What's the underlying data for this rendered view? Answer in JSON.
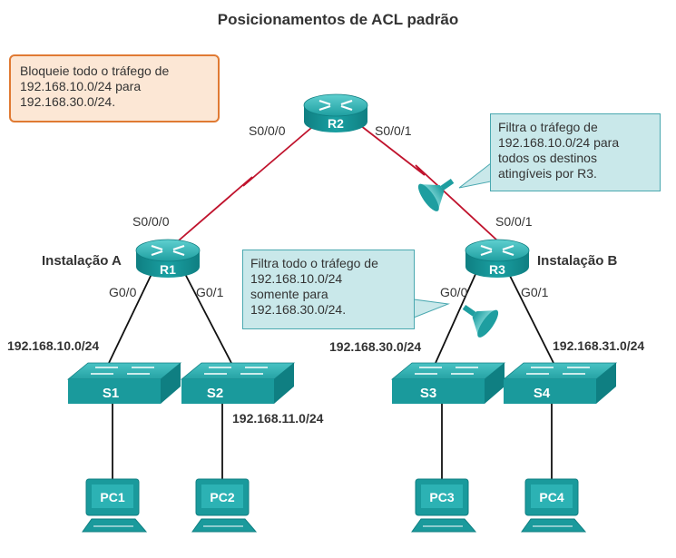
{
  "title": "Posicionamentos de ACL padrão",
  "notes": {
    "block": [
      "Bloqueie todo o tráfego de",
      "192.168.10.0/24 para",
      "192.168.30.0/24."
    ],
    "r3_filter": [
      "Filtra o tráfego de",
      "192.168.10.0/24 para",
      "todos os destinos",
      "atingíveis por R3."
    ],
    "r3_g00_filter": [
      "Filtra todo o tráfego de",
      "192.168.10.0/24",
      "somente para",
      "192.168.30.0/24."
    ]
  },
  "routers": {
    "r1": "R1",
    "r2": "R2",
    "r3": "R3"
  },
  "switches": {
    "s1": "S1",
    "s2": "S2",
    "s3": "S3",
    "s4": "S4"
  },
  "pcs": {
    "pc1": "PC1",
    "pc2": "PC2",
    "pc3": "PC3",
    "pc4": "PC4"
  },
  "interfaces": {
    "r2_s000": "S0/0/0",
    "r2_s001": "S0/0/1",
    "r1_s000": "S0/0/0",
    "r3_s001": "S0/0/1",
    "r1_g00": "G0/0",
    "r1_g01": "G0/1",
    "r3_g00": "G0/0",
    "r3_g01": "G0/1"
  },
  "sites": {
    "a": "Instalação A",
    "b": "Instalação B"
  },
  "networks": {
    "s1": "192.168.10.0/24",
    "s2": "192.168.11.0/24",
    "s3": "192.168.30.0/24",
    "s4": "192.168.31.0/24"
  },
  "colors": {
    "device": "#1a9a9c",
    "device_top": "#44c0c0",
    "serial_link": "#c0132d",
    "filter": "#37b8b8",
    "orange_border": "#e07a33"
  }
}
